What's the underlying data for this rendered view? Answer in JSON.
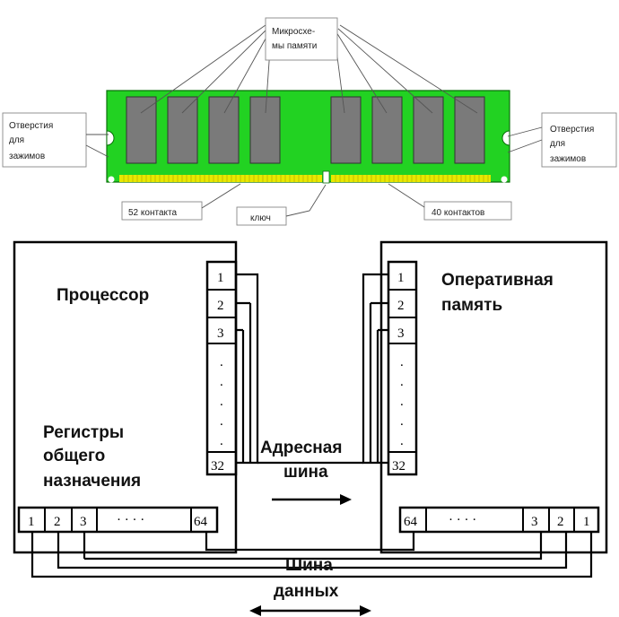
{
  "memory_module": {
    "chips_label_line1": "Микросхе-",
    "chips_label_line2": "мы памяти",
    "clamp_holes_left": [
      "Отверстия",
      "для",
      "зажимов"
    ],
    "clamp_holes_right": [
      "Отверстия",
      "для",
      "зажимов"
    ],
    "contacts_left": "52 контакта",
    "key": "ключ",
    "contacts_right": "40 контактов",
    "colors": {
      "board": "#22d222",
      "chip": "#7a7a7a",
      "contacts": "#e8e800"
    }
  },
  "diagram": {
    "processor_title": "Процессор",
    "registers_line1": "Регистры",
    "registers_line2": "общего",
    "registers_line3": "назначения",
    "ram_title_line1": "Оперативная",
    "ram_title_line2": "память",
    "address_bus_line1": "Адресная",
    "address_bus_line2": "шина",
    "data_bus_line1": "Шина",
    "data_bus_line2": "данных",
    "address_cells": [
      "1",
      "2",
      "3",
      "32"
    ],
    "address_dots": ".",
    "data_cells_cpu": [
      "1",
      "2",
      "3",
      "64"
    ],
    "data_cells_ram": [
      "64",
      "3",
      "2",
      "1"
    ],
    "data_dots": "·   ·   ·   ·"
  }
}
